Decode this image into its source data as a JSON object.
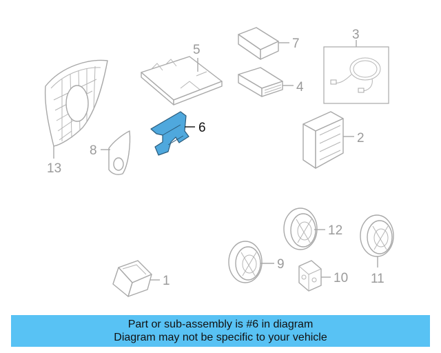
{
  "diagram": {
    "callouts": [
      "1",
      "2",
      "3",
      "4",
      "5",
      "6",
      "7",
      "8",
      "9",
      "10",
      "11",
      "12",
      "13"
    ],
    "highlighted_part": "6",
    "highlight_color": "#4fa8dd",
    "line_color": "#a8a8a8"
  },
  "banner": {
    "line1": "Part or sub-assembly is #6 in diagram",
    "line2": "Diagram may not be specific to your vehicle",
    "background": "#58c2f4"
  }
}
